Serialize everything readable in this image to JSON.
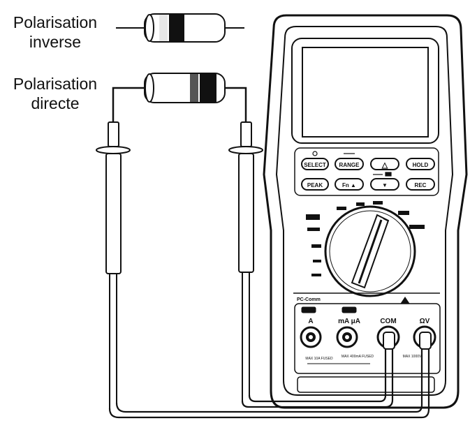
{
  "labels": {
    "reverse_line1": "Polarisation",
    "reverse_line2": "inverse",
    "forward_line1": "Polarisation",
    "forward_line2": "directe"
  },
  "meter": {
    "buttons": [
      "SELECT",
      "RANGE",
      "△",
      "HOLD",
      "PEAK",
      "Fn ▲",
      "▼",
      "REC"
    ],
    "section_label": "PC-Comm",
    "jacks": [
      "A",
      "mA μA",
      "COM",
      "ΩV"
    ],
    "fuse_notes": [
      "MAX 10A FUSED",
      "MAX 400mA FUSED",
      "MAX 1000V"
    ]
  }
}
